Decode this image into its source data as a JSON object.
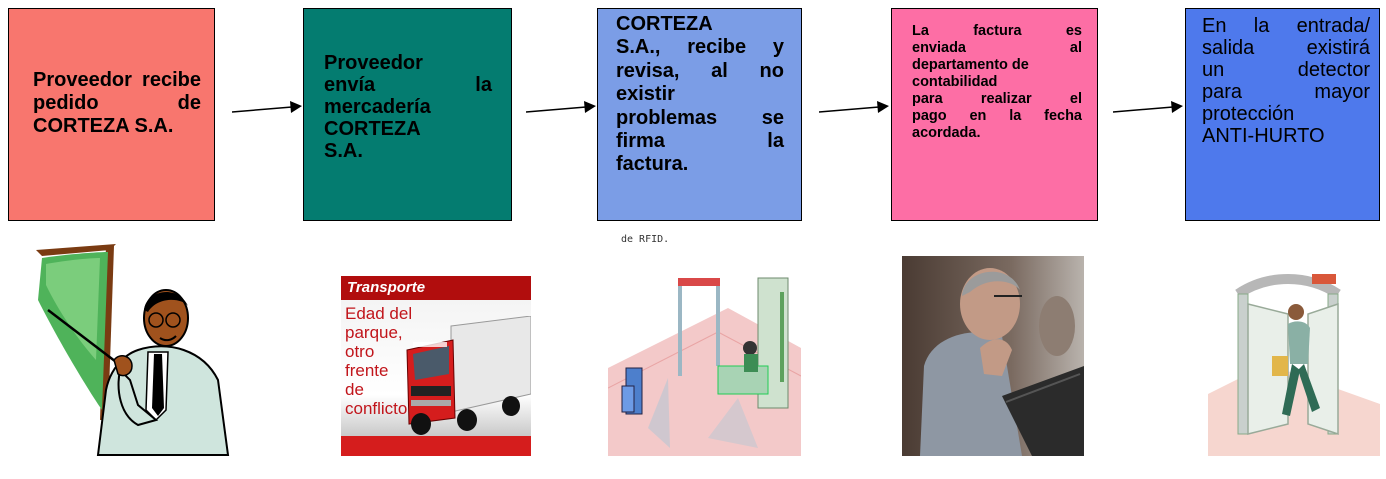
{
  "colors": {
    "box1": "#f8766e",
    "box2": "#047c70",
    "box3": "#7b9de6",
    "box4": "#fd6ea5",
    "box5": "#4e79ec"
  },
  "steps": [
    {
      "lines": [
        "Proveedor recibe pedido de CORTEZA S.A."
      ]
    },
    {
      "lines": [
        "Proveedor",
        "envía la",
        "mercadería",
        "CORTEZA",
        "S.A."
      ]
    },
    {
      "lines": [
        "CORTEZA",
        "S.A., recibe y",
        "revisa, al no",
        "existir",
        "problemas se",
        "firma la",
        "factura."
      ]
    },
    {
      "lines": [
        "La factura es",
        "enviada al",
        "departamento de",
        "contabilidad",
        "para realizar el",
        "pago en la fecha",
        "acordada."
      ]
    },
    {
      "lines": [
        "En la entrada/",
        "salida existirá",
        "un detector",
        "para mayor",
        "protección",
        "ANTI-HURTO"
      ]
    }
  ],
  "illustrations": {
    "presenter": {
      "icon": "presenter-clipart-icon"
    },
    "magazine": {
      "icon": "truck-icon",
      "masthead": "Transporte",
      "headline": [
        "Edad del",
        "parque,",
        "otro",
        "frente",
        "de",
        "conflicto"
      ]
    },
    "rfid": {
      "icon": "rfid-gate-icon",
      "caption": "de RFID."
    },
    "accountant": {
      "icon": "laptop-user-icon"
    },
    "doorway": {
      "icon": "anti-theft-door-icon"
    }
  }
}
